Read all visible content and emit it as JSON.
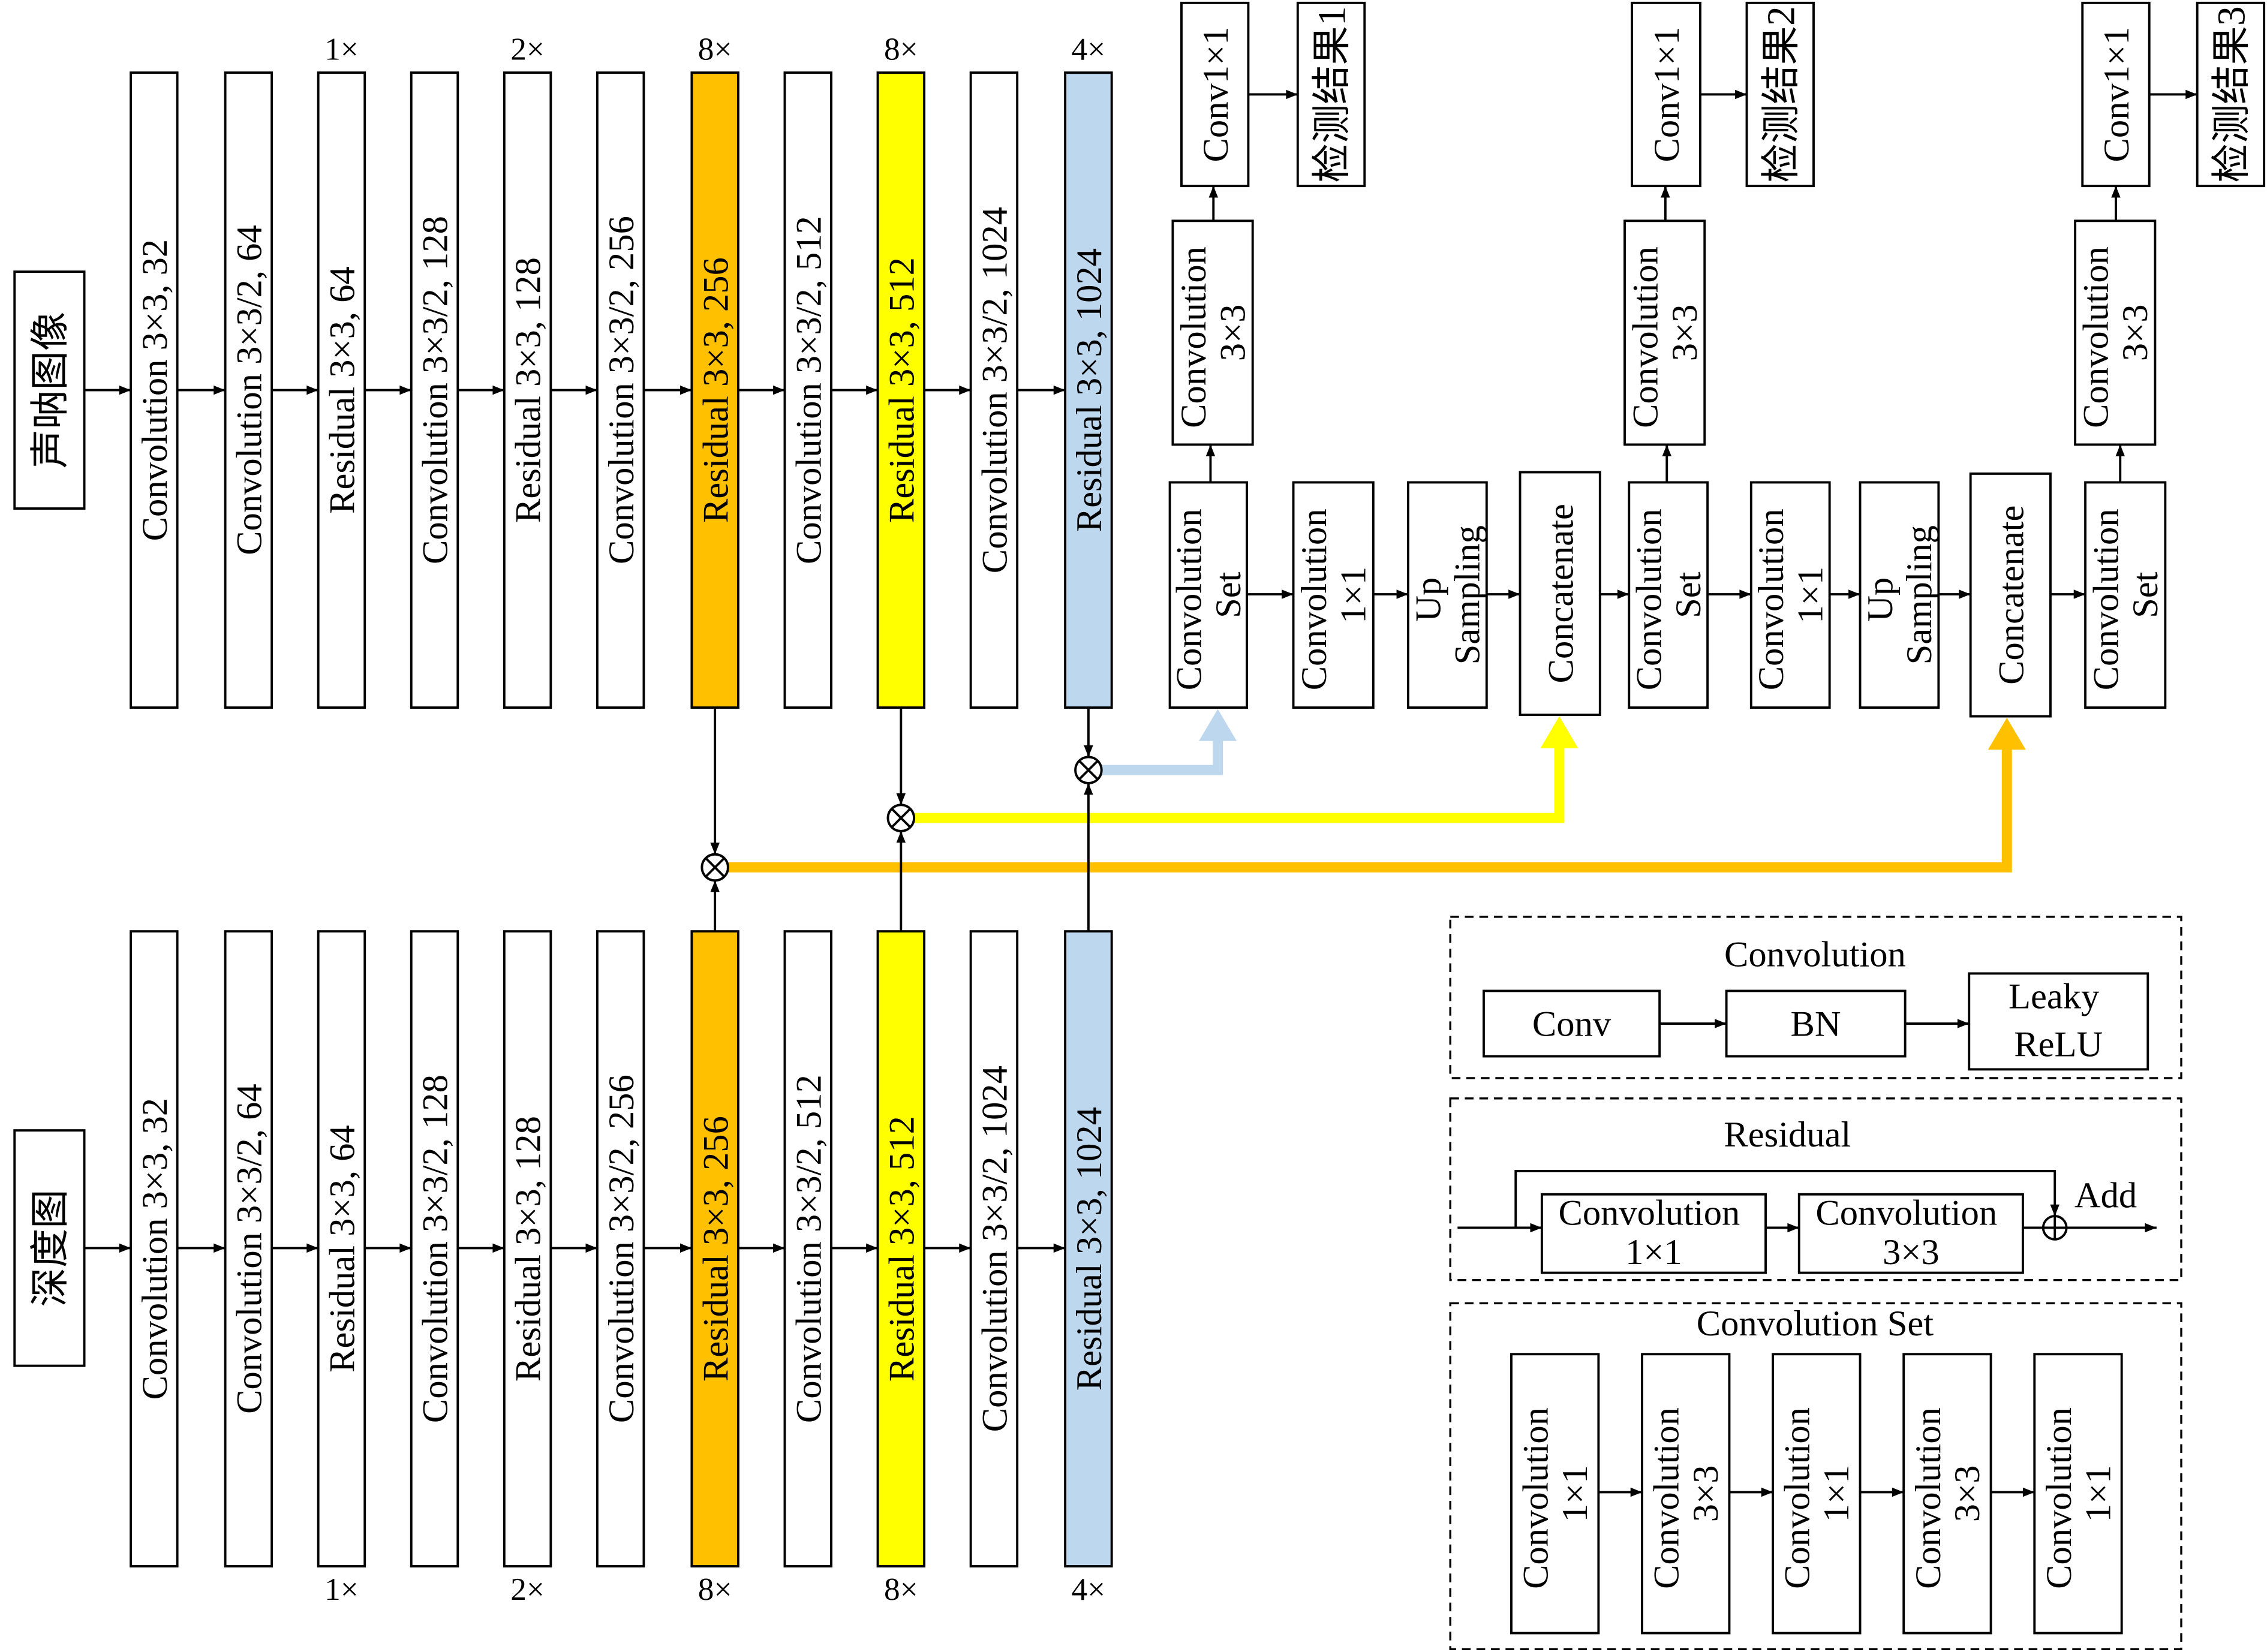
{
  "inputs": {
    "sonar_image": "声呐图像",
    "depth_map": "深度图"
  },
  "backbone": [
    {
      "label": "Convolution 3×3, 32"
    },
    {
      "label": "Convolution 3×3/2, 64"
    },
    {
      "label": "Residual 3×3, 64",
      "repeat": "1×"
    },
    {
      "label": "Convolution 3×3/2, 128"
    },
    {
      "label": "Residual 3×3, 128",
      "repeat": "2×"
    },
    {
      "label": "Convolution 3×3/2, 256"
    },
    {
      "label": "Residual 3×3, 256",
      "repeat": "8×"
    },
    {
      "label": "Convolution 3×3/2, 512"
    },
    {
      "label": "Residual 3×3, 512",
      "repeat": "8×"
    },
    {
      "label": "Convolution 3×3/2, 1024"
    },
    {
      "label": "Residual 3×3, 1024",
      "repeat": "4×"
    }
  ],
  "colors": {
    "scale_256": "#FFC000",
    "scale_512": "#FFFF00",
    "scale_1024": "#BDD7EE"
  },
  "icons": {
    "fusion": "circled-times-icon",
    "add": "circled-plus-icon"
  },
  "head": {
    "convolution_set": [
      "Convolution",
      "Set"
    ],
    "convolution_3x3": [
      "Convolution",
      "3×3"
    ],
    "conv1x1": "Conv1×1",
    "convolution_1x1": [
      "Convolution",
      "1×1"
    ],
    "up_sampling": [
      "Up",
      "Sampling"
    ],
    "concatenate": "Concatenate",
    "results": [
      "检测结果1",
      "检测结果2",
      "检测结果3"
    ]
  },
  "legend": {
    "convolution": {
      "title": "Convolution",
      "steps": [
        "Conv",
        "BN"
      ],
      "activation": [
        "Leaky",
        "ReLU"
      ]
    },
    "residual": {
      "title": "Residual",
      "blocks": [
        [
          "Convolution",
          "1×1"
        ],
        [
          "Convolution",
          "3×3"
        ]
      ],
      "add_label": "Add"
    },
    "convolution_set": {
      "title": "Convolution Set",
      "blocks": [
        [
          "Convolution",
          "1×1"
        ],
        [
          "Convolution",
          "3×3"
        ],
        [
          "Convolution",
          "1×1"
        ],
        [
          "Convolution",
          "3×3"
        ],
        [
          "Convolution",
          "1×1"
        ]
      ]
    }
  }
}
